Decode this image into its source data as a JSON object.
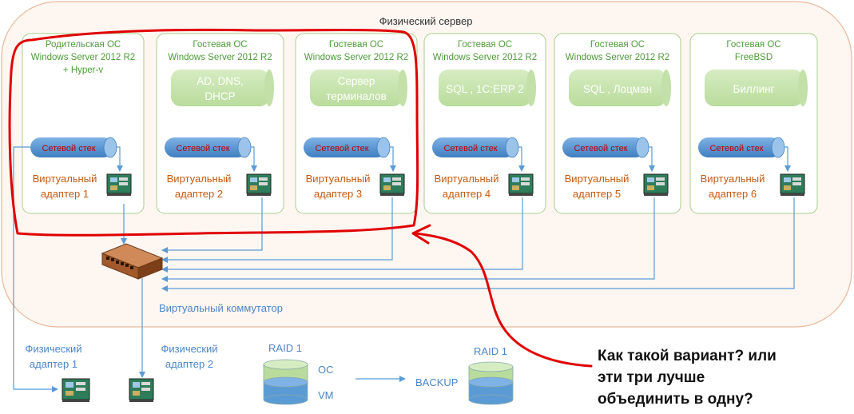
{
  "server": {
    "title": "Физический сервер"
  },
  "vms": [
    {
      "os_type": "Родительская ОС",
      "os_name": "Windows Server 2012 R2",
      "os_extra": "+ Hyper-v",
      "services": [],
      "stack_label": "Сетевой стек",
      "adapter_line1": "Виртуальный",
      "adapter_line2": "адаптер 1"
    },
    {
      "os_type": "Гостевая ОС",
      "os_name": "Windows Server 2012 R2",
      "os_extra": "",
      "services": [
        "AD, DNS,",
        "DHCP"
      ],
      "stack_label": "Сетевой стек",
      "adapter_line1": "Виртуальный",
      "adapter_line2": "адаптер 2"
    },
    {
      "os_type": "Гостевая ОС",
      "os_name": "Windows Server 2012 R2",
      "os_extra": "",
      "services": [
        "Сервер",
        "терминалов"
      ],
      "stack_label": "Сетевой стек",
      "adapter_line1": "Виртуальный",
      "adapter_line2": "адаптер 3"
    },
    {
      "os_type": "Гостевая ОС",
      "os_name": "Windows Server 2012 R2",
      "os_extra": "",
      "services": [
        "SQL , 1C:ERP 2"
      ],
      "stack_label": "Сетевой стек",
      "adapter_line1": "Виртуальный",
      "adapter_line2": "адаптер 4"
    },
    {
      "os_type": "Гостевая ОС",
      "os_name": "Windows Server 2012 R2",
      "os_extra": "",
      "services": [
        "SQL , Лоцман"
      ],
      "stack_label": "Сетевой стек",
      "adapter_line1": "Виртуальный",
      "adapter_line2": "адаптер 5"
    },
    {
      "os_type": "Гостевая ОС",
      "os_name": "FreeBSD",
      "os_extra": "",
      "services": [
        "Биллинг"
      ],
      "stack_label": "Сетевой стек",
      "adapter_line1": "Виртуальный",
      "adapter_line2": "адаптер 6"
    }
  ],
  "switch": {
    "label": "Виртуальный коммутатор"
  },
  "physical_adapters": [
    {
      "line1": "Физический",
      "line2": "адаптер 1"
    },
    {
      "line1": "Физический",
      "line2": "адаптер 2"
    }
  ],
  "raid_main": {
    "title": "RAID 1",
    "top_label": "ОС",
    "bottom_label": "VM"
  },
  "backup": {
    "label": "BACKUP"
  },
  "raid_backup": {
    "title": "RAID 1"
  },
  "question": {
    "lines": [
      "Как такой вариант? или",
      "эти три лучше",
      "объединить в одну?"
    ]
  },
  "colors": {
    "server_border": "#e8b89a",
    "server_fill": "#fdf6f1",
    "vm_border": "#a9cf8c",
    "service_fill": "#c8e4b0",
    "service_text": "#ffffff",
    "stack_fill": "#5b9bd5",
    "stack_text": "#c00000",
    "vm_title_text": "#4e9a3a",
    "adapter_text": "#c55a11",
    "line": "#5b9bd5",
    "switch_text": "#4a86c8",
    "red_mark": "#e00000"
  }
}
